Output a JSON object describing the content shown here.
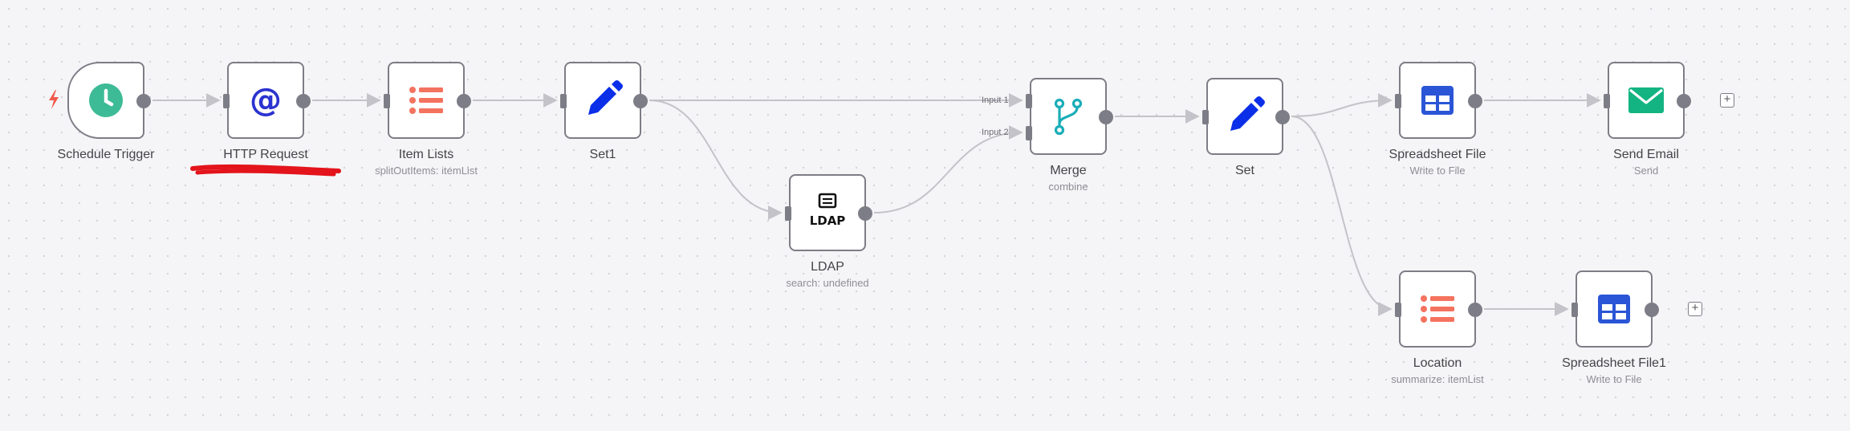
{
  "canvas": {
    "nodes": [
      {
        "id": "schedule",
        "name": "Schedule Trigger",
        "subtitle": "",
        "icon": "clock-icon"
      },
      {
        "id": "http",
        "name": "HTTP Request",
        "subtitle": "",
        "icon": "at-sign-icon"
      },
      {
        "id": "itemlists",
        "name": "Item Lists",
        "subtitle": "splitOutItems: itemList",
        "icon": "list-icon"
      },
      {
        "id": "set1",
        "name": "Set1",
        "subtitle": "",
        "icon": "pencil-icon"
      },
      {
        "id": "ldap",
        "name": "LDAP",
        "subtitle": "search: undefined",
        "icon": "ldap-icon",
        "icon_text": "LDAP"
      },
      {
        "id": "merge",
        "name": "Merge",
        "subtitle": "combine",
        "icon": "merge-icon"
      },
      {
        "id": "set",
        "name": "Set",
        "subtitle": "",
        "icon": "pencil-icon"
      },
      {
        "id": "spreadsheet",
        "name": "Spreadsheet File",
        "subtitle": "Write to File",
        "icon": "table-icon"
      },
      {
        "id": "sendemail",
        "name": "Send Email",
        "subtitle": "Send",
        "icon": "envelope-icon"
      },
      {
        "id": "location",
        "name": "Location",
        "subtitle": "summarize: itemList",
        "icon": "list-icon"
      },
      {
        "id": "spreadsheet1",
        "name": "Spreadsheet File1",
        "subtitle": "Write to File",
        "icon": "table-icon"
      }
    ],
    "merge_inputs": [
      "Input 1",
      "Input 2"
    ],
    "add_node_symbol": "+"
  },
  "colors": {
    "node_border": "#7d7d87",
    "edge": "#c3c3c9",
    "schedule_green": "#3dbb96",
    "http_blue": "#2b33d0",
    "list_orange": "#f4735f",
    "pencil_blue": "#0b2fe8",
    "merge_teal": "#1aadb8",
    "table_blue": "#2a55d6",
    "email_green": "#13b481",
    "trigger_bolt": "#f05a4b",
    "annotation_red": "#e3141b"
  }
}
